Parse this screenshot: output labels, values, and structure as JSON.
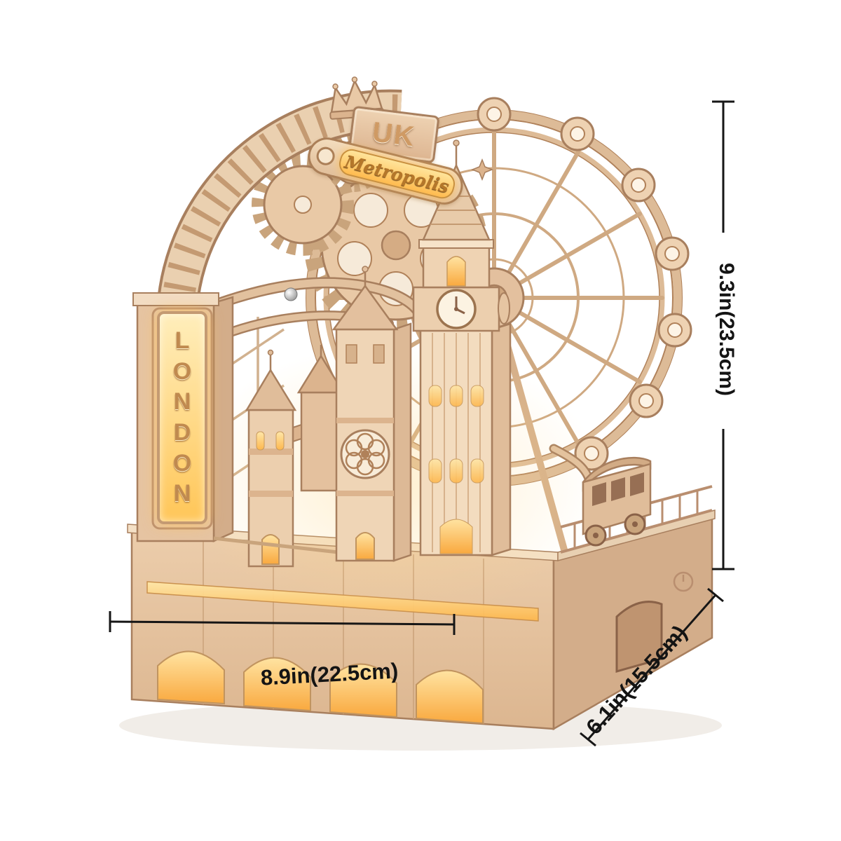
{
  "model": {
    "crown_sign_label": "UK",
    "banner_label": "Metropolis",
    "vertical_sign_label": "LONDON"
  },
  "dimensions": {
    "height": "9.3in(23.5cm)",
    "width": "8.9in(22.5cm)",
    "depth": "6.1in(15.5cm)"
  },
  "colors": {
    "background": "#ffffff",
    "wood_light": "#f0d9bd",
    "wood_mid": "#e3c2a0",
    "wood_dark": "#c99f7c",
    "wood_outline": "#a87f5e",
    "glow_warm": "#ffc95e",
    "glow_pale": "#ffe9ad",
    "dimension_lines": "#161616"
  }
}
